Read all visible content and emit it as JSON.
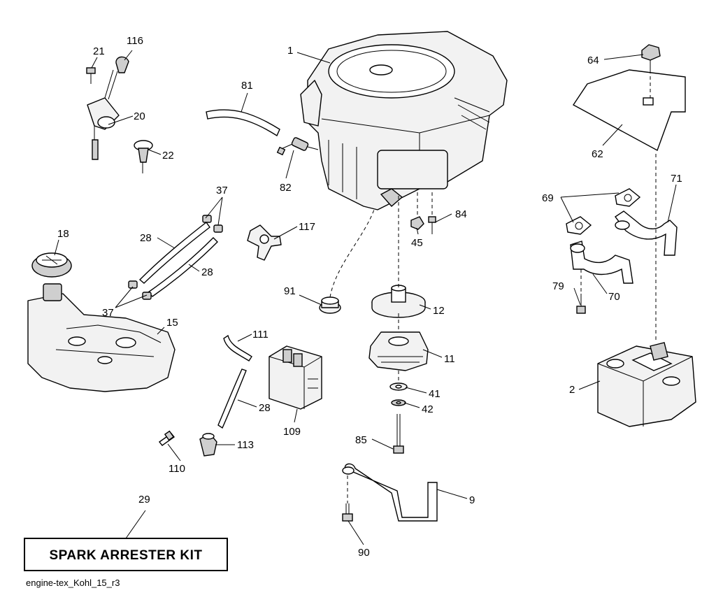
{
  "callouts": {
    "c1": "1",
    "c2": "2",
    "c9": "9",
    "c11": "11",
    "c12": "12",
    "c15": "15",
    "c18": "18",
    "c20": "20",
    "c21": "21",
    "c22": "22",
    "c28a": "28",
    "c28b": "28",
    "c28c": "28",
    "c29": "29",
    "c37a": "37",
    "c37b": "37",
    "c41": "41",
    "c42": "42",
    "c45": "45",
    "c62": "62",
    "c64": "64",
    "c69": "69",
    "c70": "70",
    "c71": "71",
    "c79": "79",
    "c81": "81",
    "c82": "82",
    "c84": "84",
    "c85": "85",
    "c90": "90",
    "c91": "91",
    "c109": "109",
    "c110": "110",
    "c111": "111",
    "c113": "113",
    "c116": "116",
    "c117": "117"
  },
  "kit_label": "SPARK ARRESTER KIT",
  "reference": "engine-tex_Kohl_15_r3"
}
